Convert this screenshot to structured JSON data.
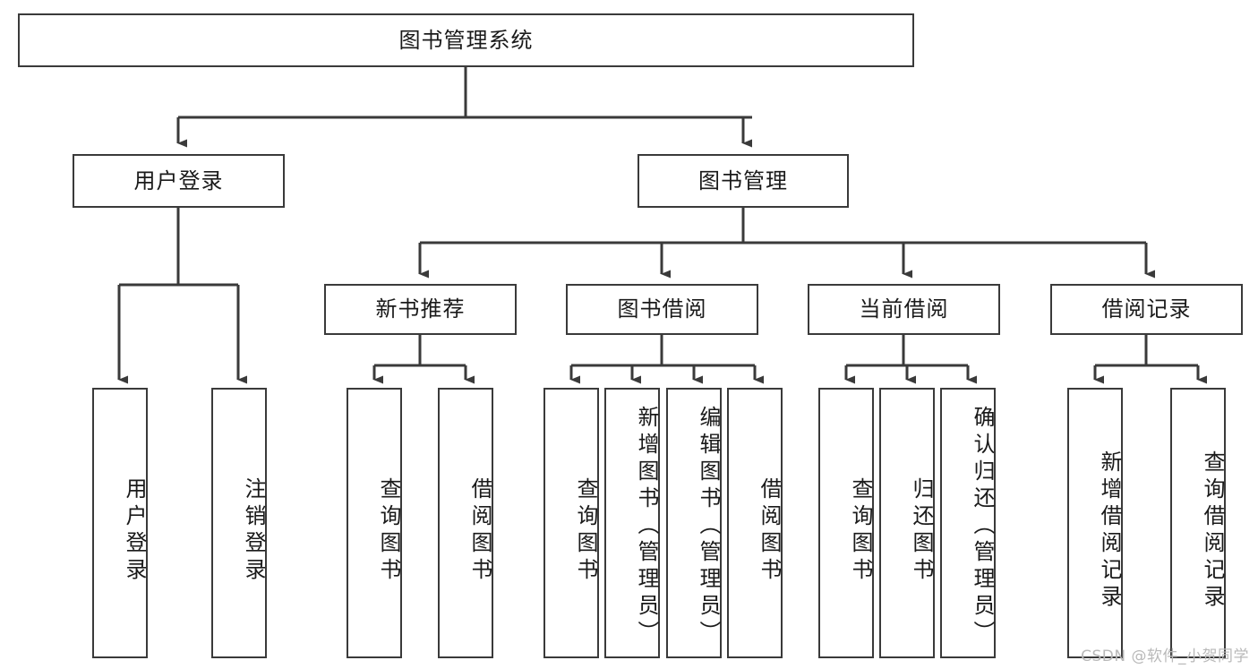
{
  "diagram": {
    "type": "tree-hierarchy",
    "title": "图书管理系统",
    "root": {
      "label": "图书管理系统"
    },
    "level2": [
      {
        "label": "用户登录"
      },
      {
        "label": "图书管理"
      }
    ],
    "level3": [
      {
        "label": "新书推荐"
      },
      {
        "label": "图书借阅"
      },
      {
        "label": "当前借阅"
      },
      {
        "label": "借阅记录"
      }
    ],
    "leaves": {
      "user_login": [
        {
          "label": "用户登录"
        },
        {
          "label": "注销登录"
        }
      ],
      "new_book_recommend": [
        {
          "label": "查询图书"
        },
        {
          "label": "借阅图书"
        }
      ],
      "book_borrow": [
        {
          "label": "查询图书"
        },
        {
          "label": "新增图书（管理员）"
        },
        {
          "label": "编辑图书（管理员）"
        },
        {
          "label": "借阅图书"
        }
      ],
      "current_borrow": [
        {
          "label": "查询图书"
        },
        {
          "label": "归还图书"
        },
        {
          "label": "确认归还（管理员）"
        }
      ],
      "borrow_record": [
        {
          "label": "新增借阅记录"
        },
        {
          "label": "查询借阅记录"
        }
      ]
    }
  },
  "watermark": {
    "text": "CSDN @软件_小贺同学"
  },
  "colors": {
    "stroke": "#3a3a3a",
    "text": "#1a1a1a",
    "background": "#ffffff",
    "watermark": "#b9b9b9"
  }
}
